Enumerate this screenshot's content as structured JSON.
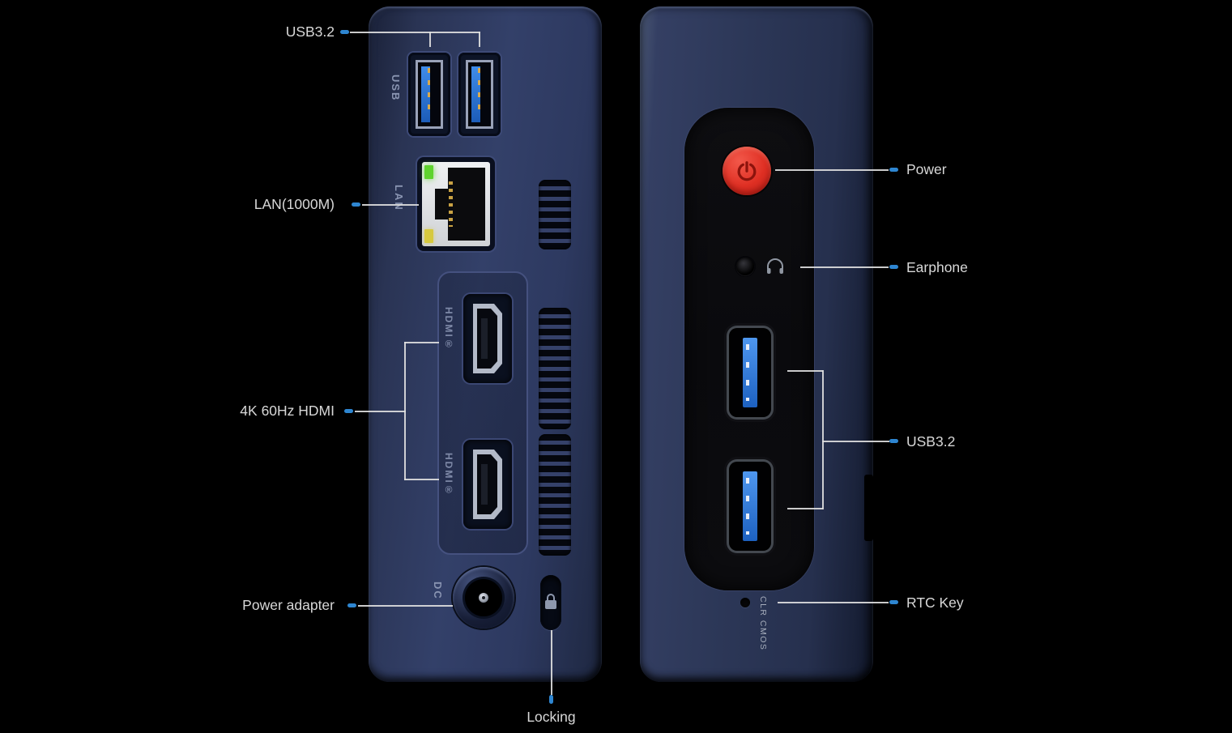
{
  "colors": {
    "background": "#000000",
    "accent_dot": "#2e86d1",
    "callout_line": "#e0e0e0",
    "label_text": "#d8d8d8",
    "device_body_navy": "#2d3960",
    "front_face_black": "#0b0b0d",
    "power_button_red": "#e03024",
    "usb_tongue_blue": "#2673d4",
    "lan_led_green": "#5fd32e",
    "lan_led_yellow": "#d6c93f"
  },
  "rear_panel": {
    "usb_text": "USB",
    "lan_text": "LAN",
    "hdmi_top_text": "HDMI®",
    "hdmi_bottom_text": "HDMI®",
    "dc_text": "DC"
  },
  "front_panel": {
    "cmos_text": "CLR CMOS"
  },
  "callouts": {
    "usb32_left": "USB3.2",
    "lan": "LAN(1000M)",
    "hdmi": "4K 60Hz HDMI",
    "power_adapter": "Power adapter",
    "locking": "Locking",
    "power": "Power",
    "earphone": "Earphone",
    "usb32_right": "USB3.2",
    "rtc_key": "RTC Key"
  }
}
